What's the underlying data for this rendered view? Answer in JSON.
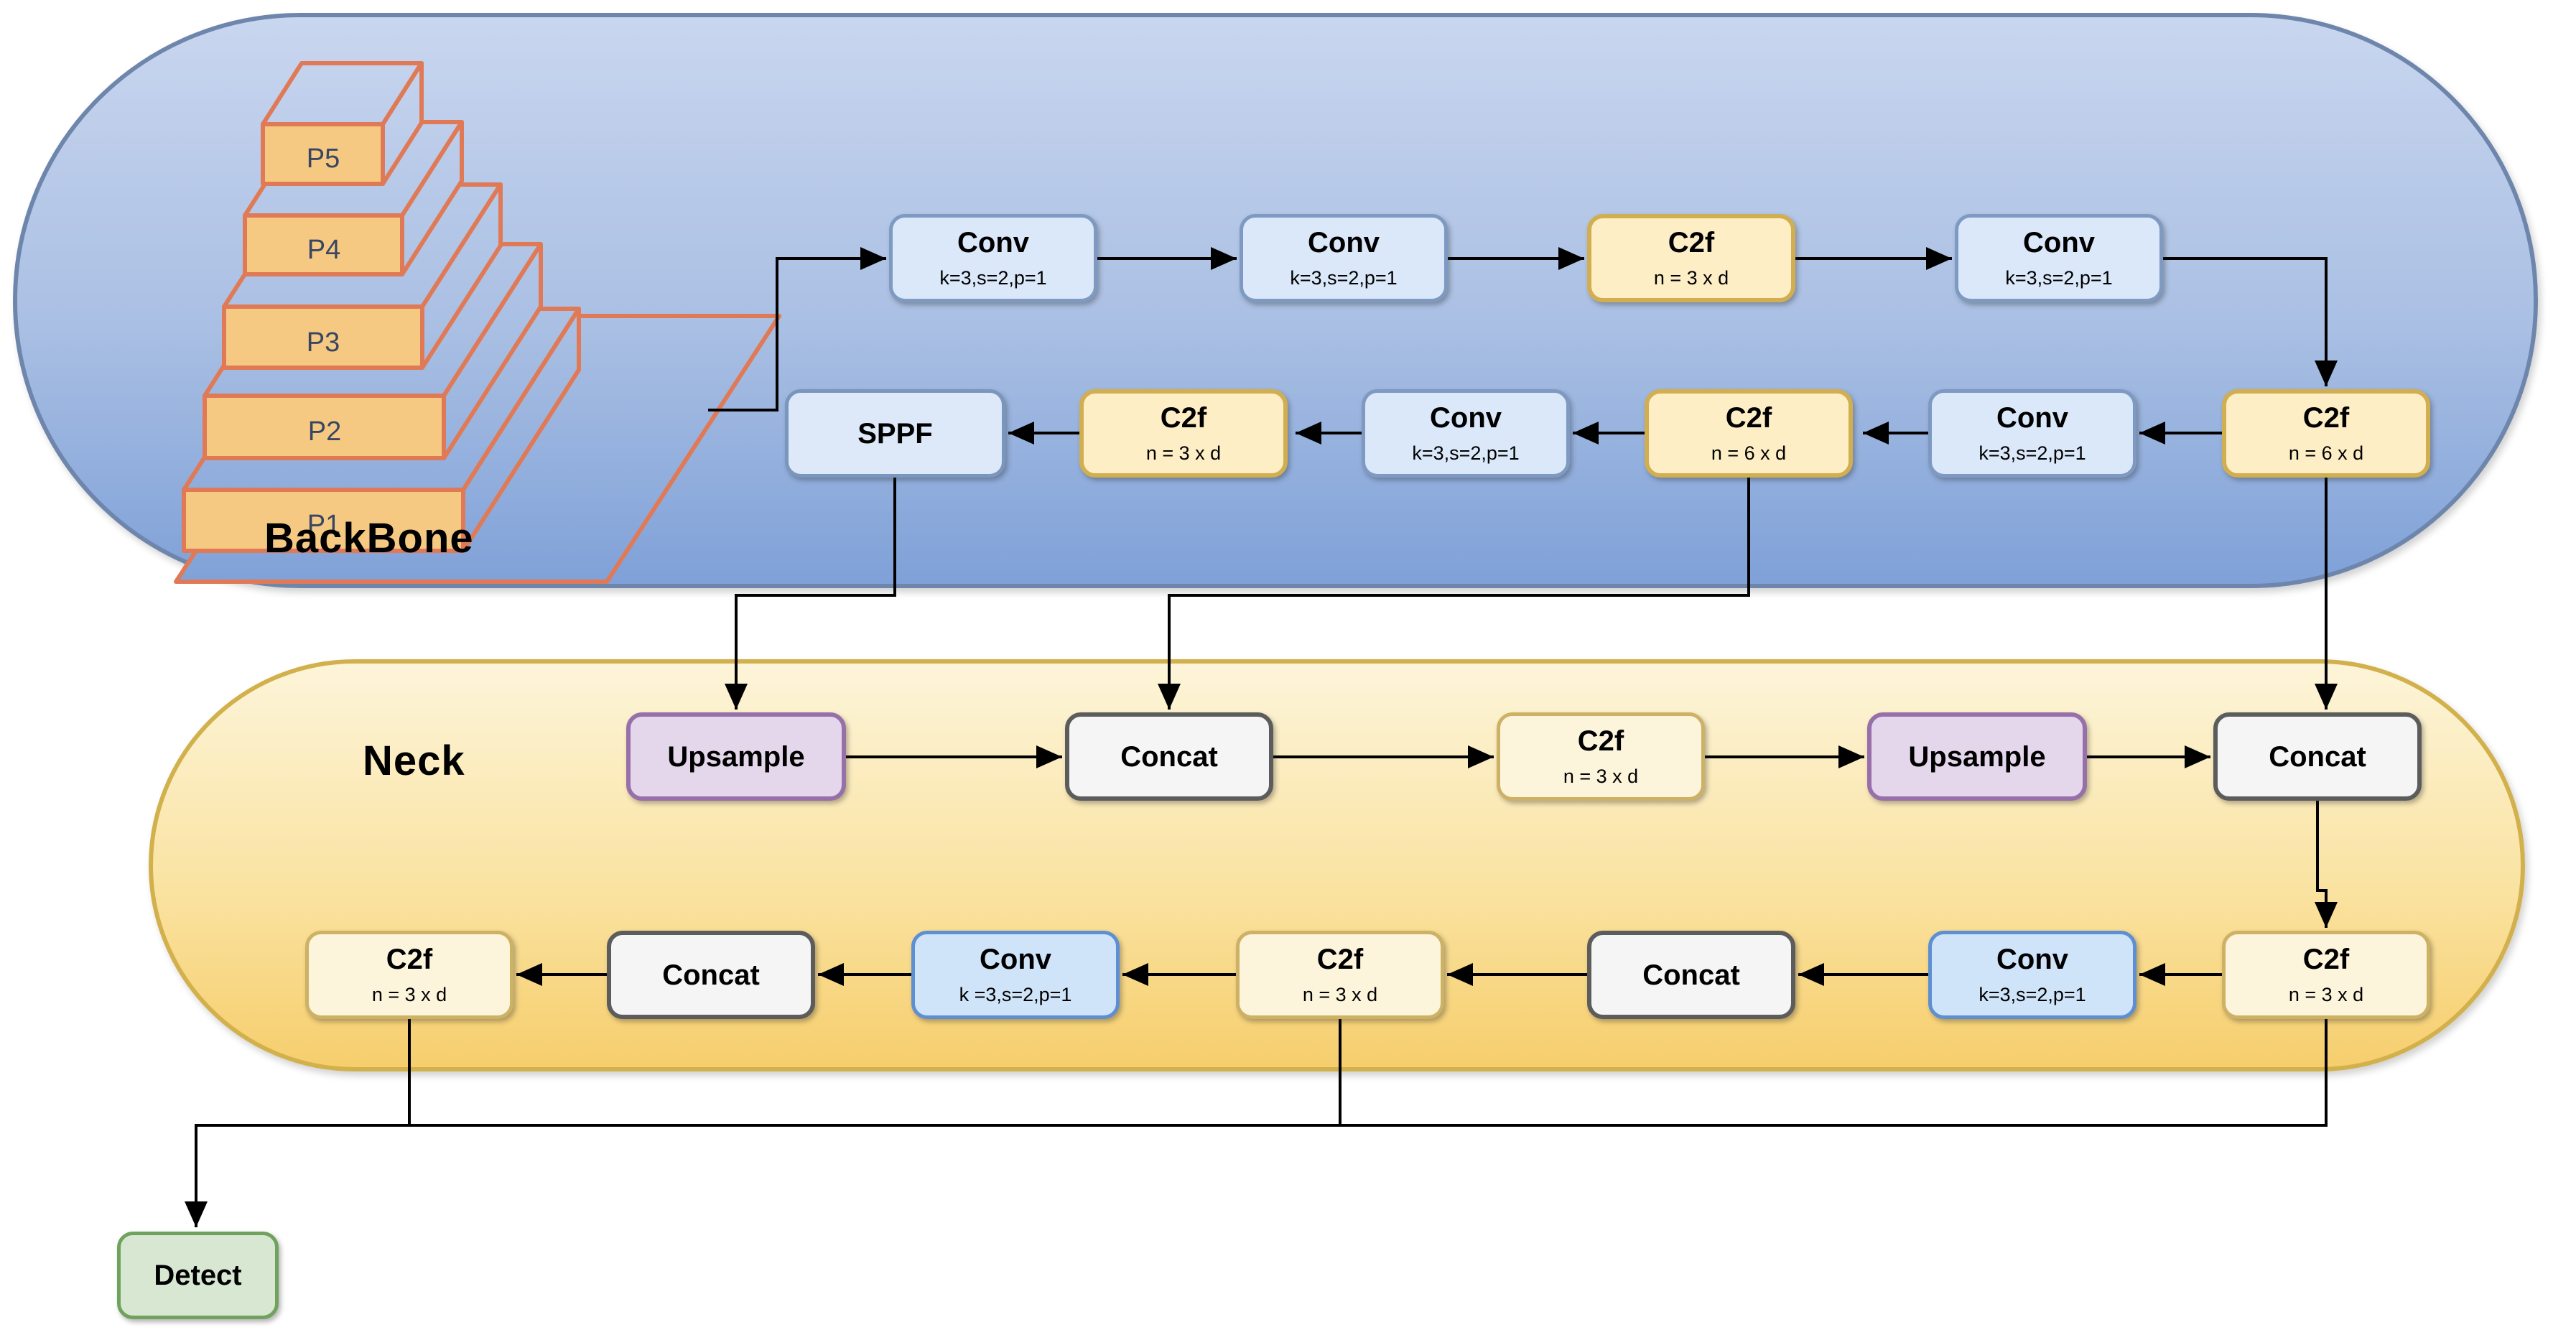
{
  "backbone": {
    "label": "BackBone",
    "pyramid_levels": [
      "P5",
      "P4",
      "P3",
      "P2",
      "P1"
    ],
    "row1": [
      {
        "label": "Conv",
        "sublabel": "k=3,s=2,p=1"
      },
      {
        "label": "Conv",
        "sublabel": "k=3,s=2,p=1"
      },
      {
        "label": "C2f",
        "sublabel": "n = 3 x d"
      },
      {
        "label": "Conv",
        "sublabel": "k=3,s=2,p=1"
      }
    ],
    "row2": [
      {
        "label": "SPPF"
      },
      {
        "label": "C2f",
        "sublabel": "n = 3 x d"
      },
      {
        "label": "Conv",
        "sublabel": "k=3,s=2,p=1"
      },
      {
        "label": "C2f",
        "sublabel": "n = 6 x d"
      },
      {
        "label": "Conv",
        "sublabel": "k=3,s=2,p=1"
      },
      {
        "label": "C2f",
        "sublabel": "n = 6 x d"
      }
    ]
  },
  "neck": {
    "label": "Neck",
    "row1": [
      {
        "label": "Upsample"
      },
      {
        "label": "Concat"
      },
      {
        "label": "C2f",
        "sublabel": "n = 3 x d"
      },
      {
        "label": "Upsample"
      },
      {
        "label": "Concat"
      }
    ],
    "row2": [
      {
        "label": "C2f",
        "sublabel": "n = 3 x d"
      },
      {
        "label": "Concat"
      },
      {
        "label": "Conv",
        "sublabel": "k =3,s=2,p=1"
      },
      {
        "label": "C2f",
        "sublabel": "n = 3 x d"
      },
      {
        "label": "Concat"
      },
      {
        "label": "Conv",
        "sublabel": "k=3,s=2,p=1"
      },
      {
        "label": "C2f",
        "sublabel": "n = 3 x d"
      }
    ]
  },
  "head": {
    "label": "Detect"
  },
  "colors": {
    "backbone_fill_top": "#c9d6ef",
    "backbone_fill_bottom": "#7fa1d8",
    "backbone_border": "#6e86ac",
    "neck_fill_top": "#fdf5da",
    "neck_fill_bottom": "#f6ce6d",
    "neck_border": "#d2b14c",
    "conv_backbone_fill": "#dbe8fa",
    "conv_backbone_border": "#7e9ac2",
    "conv_neck_fill": "#cfe3f9",
    "conv_neck_border": "#5e8fd2",
    "c2f_backbone_fill": "#fdeec6",
    "c2f_backbone_border": "#d1ae50",
    "c2f_neck_fill": "#fdf4dc",
    "c2f_neck_border": "#cdb266",
    "sppf_fill": "#dde9f9",
    "sppf_border": "#7b96bd",
    "upsample_fill": "#e4d7ec",
    "upsample_border": "#9770a9",
    "concat_fill": "#f5f5f5",
    "concat_border": "#5c5c5c",
    "detect_fill": "#d7e7d1",
    "detect_border": "#70a25e",
    "pyramid_face": "#f6c983",
    "pyramid_stroke": "#e07a56",
    "connector": "#000000"
  }
}
